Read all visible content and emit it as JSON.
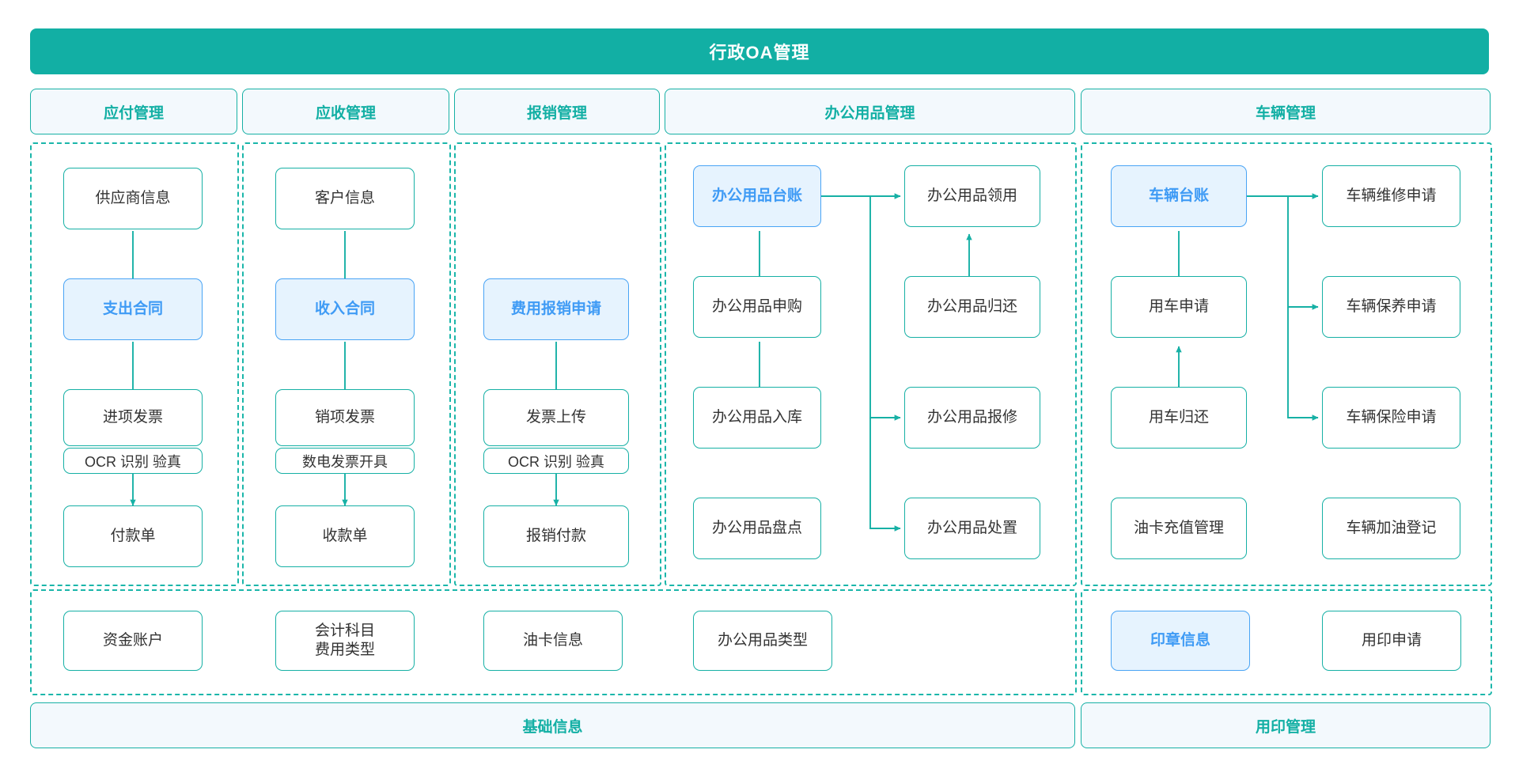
{
  "header": {
    "title": "行政OA管理"
  },
  "columns": [
    {
      "key": "payable",
      "label": "应付管理"
    },
    {
      "key": "receivable",
      "label": "应收管理"
    },
    {
      "key": "expense",
      "label": "报销管理"
    },
    {
      "key": "supplies",
      "label": "办公用品管理"
    },
    {
      "key": "vehicle",
      "label": "车辆管理"
    }
  ],
  "nodes": {
    "payable": [
      {
        "label": "供应商信息",
        "style": "plain"
      },
      {
        "label": "支出合同",
        "style": "blue"
      },
      {
        "label": "进项发票",
        "style": "plain",
        "tag": "OCR 识别 验真"
      },
      {
        "label": "付款单",
        "style": "plain"
      }
    ],
    "receivable": [
      {
        "label": "客户信息",
        "style": "plain"
      },
      {
        "label": "收入合同",
        "style": "blue"
      },
      {
        "label": "销项发票",
        "style": "plain",
        "tag": "数电发票开具"
      },
      {
        "label": "收款单",
        "style": "plain"
      }
    ],
    "expense": [
      {
        "label": "费用报销申请",
        "style": "blue"
      },
      {
        "label": "发票上传",
        "style": "plain",
        "tag": "OCR 识别 验真"
      },
      {
        "label": "报销付款",
        "style": "plain"
      }
    ],
    "supplies_left": [
      {
        "label": "办公用品台账",
        "style": "blue"
      },
      {
        "label": "办公用品申购",
        "style": "plain"
      },
      {
        "label": "办公用品入库",
        "style": "plain"
      },
      {
        "label": "办公用品盘点",
        "style": "plain"
      }
    ],
    "supplies_right": [
      {
        "label": "办公用品领用",
        "style": "plain"
      },
      {
        "label": "办公用品归还",
        "style": "plain"
      },
      {
        "label": "办公用品报修",
        "style": "plain"
      },
      {
        "label": "办公用品处置",
        "style": "plain"
      }
    ],
    "vehicle_left": [
      {
        "label": "车辆台账",
        "style": "blue"
      },
      {
        "label": "用车申请",
        "style": "plain"
      },
      {
        "label": "用车归还",
        "style": "plain"
      },
      {
        "label": "油卡充值管理",
        "style": "plain"
      }
    ],
    "vehicle_right": [
      {
        "label": "车辆维修申请",
        "style": "plain"
      },
      {
        "label": "车辆保养申请",
        "style": "plain"
      },
      {
        "label": "车辆保险申请",
        "style": "plain"
      },
      {
        "label": "车辆加油登记",
        "style": "plain"
      }
    ],
    "basic": [
      {
        "label": "资金账户",
        "style": "plain"
      },
      {
        "label_line1": "会计科目",
        "label_line2": "费用类型",
        "style": "plain",
        "twoline": true
      },
      {
        "label": "油卡信息",
        "style": "plain"
      },
      {
        "label": "办公用品类型",
        "style": "plain"
      }
    ],
    "seal": [
      {
        "label": "印章信息",
        "style": "blue"
      },
      {
        "label": "用印申请",
        "style": "plain"
      }
    ]
  },
  "footers": [
    {
      "key": "basic",
      "label": "基础信息"
    },
    {
      "key": "seal",
      "label": "用印管理"
    }
  ],
  "colors": {
    "brand_teal": "#12AFA4",
    "border_teal": "#16b0a5",
    "dash_teal": "#1BB6AA",
    "accent_blue": "#3f9bf5",
    "accent_blue_bg": "#e6f3fe",
    "pill_bg": "#f3f9fd",
    "text_dark": "#333333"
  }
}
